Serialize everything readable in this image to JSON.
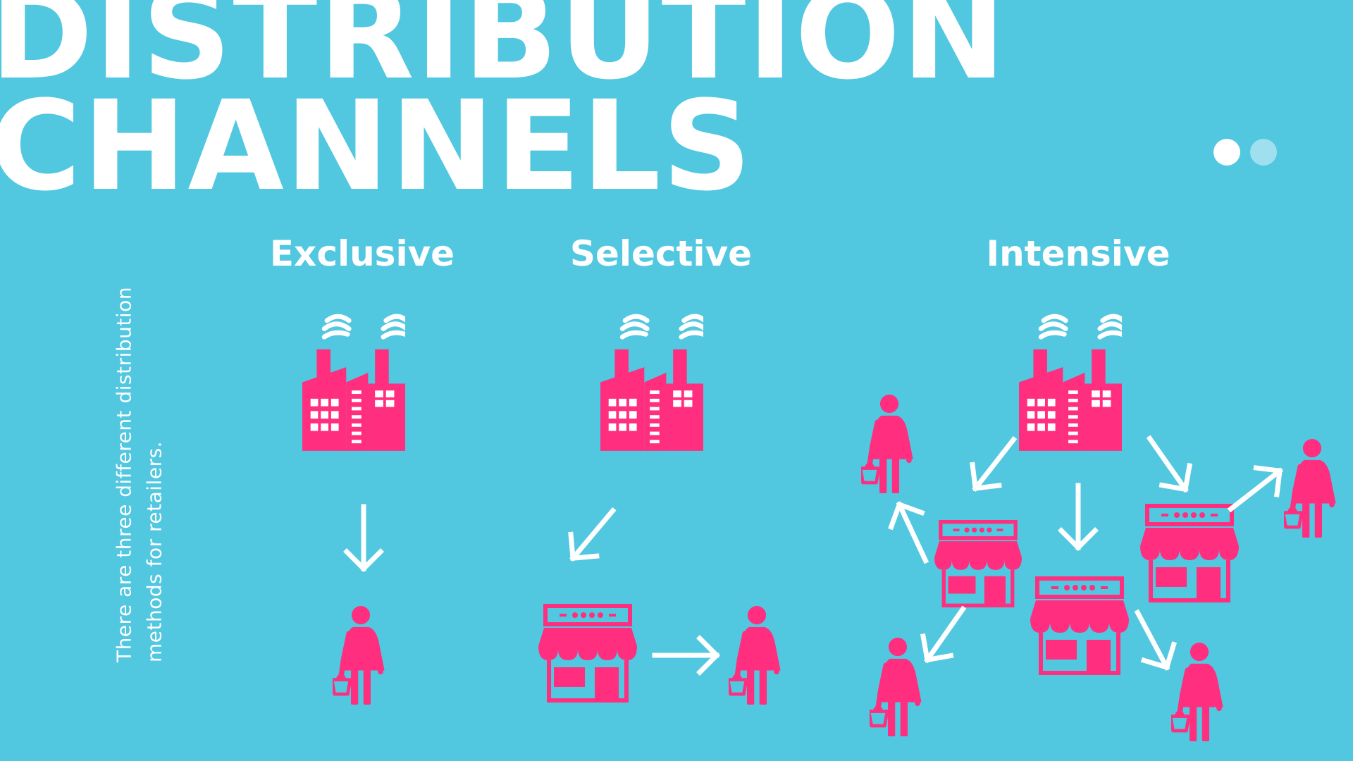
{
  "title": {
    "line1": "DISTRIBUTION",
    "line2": "CHANNELS"
  },
  "description": "There are three different distribution methods for retailers.",
  "methods": [
    {
      "label": "Exclusive"
    },
    {
      "label": "Selective"
    },
    {
      "label": "Intensive"
    }
  ],
  "colors": {
    "background": "#52c7e0",
    "icon": "#ff2e7e",
    "text": "#ffffff"
  },
  "icons": {
    "factory": "factory-icon",
    "store": "store-icon",
    "customer": "customer-with-basket-icon",
    "arrow": "arrow-icon"
  }
}
